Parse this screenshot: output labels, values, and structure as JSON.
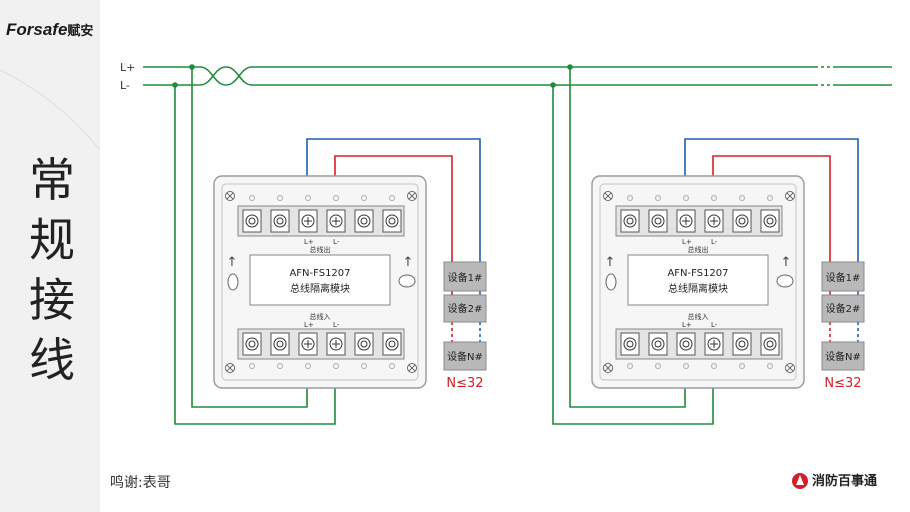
{
  "brand": {
    "latin": "Forsafe",
    "cn": "赋安"
  },
  "page_title": [
    "常",
    "规",
    "接",
    "线"
  ],
  "credit": "鸣谢:表哥",
  "logo_text": "消防百事通",
  "bus": {
    "l_plus": "L+",
    "l_minus": "L-"
  },
  "colors": {
    "green": "#1e8c3c",
    "red": "#d32027",
    "blue": "#1f5fae",
    "device": "#b9b9b9",
    "module_border": "#9a9a9a"
  },
  "modules": [
    {
      "model": "AFN-FS1207",
      "name": "总线隔离模块",
      "out_label": "总线出",
      "in_label": "总线入",
      "term_plus": "L+",
      "term_minus": "L-",
      "devices": [
        "设备1#",
        "设备2#",
        "设备N#"
      ],
      "count_note": "N≤32"
    },
    {
      "model": "AFN-FS1207",
      "name": "总线隔离模块",
      "out_label": "总线出",
      "in_label": "总线入",
      "term_plus": "L+",
      "term_minus": "L-",
      "devices": [
        "设备1#",
        "设备2#",
        "设备N#"
      ],
      "count_note": "N≤32"
    }
  ]
}
